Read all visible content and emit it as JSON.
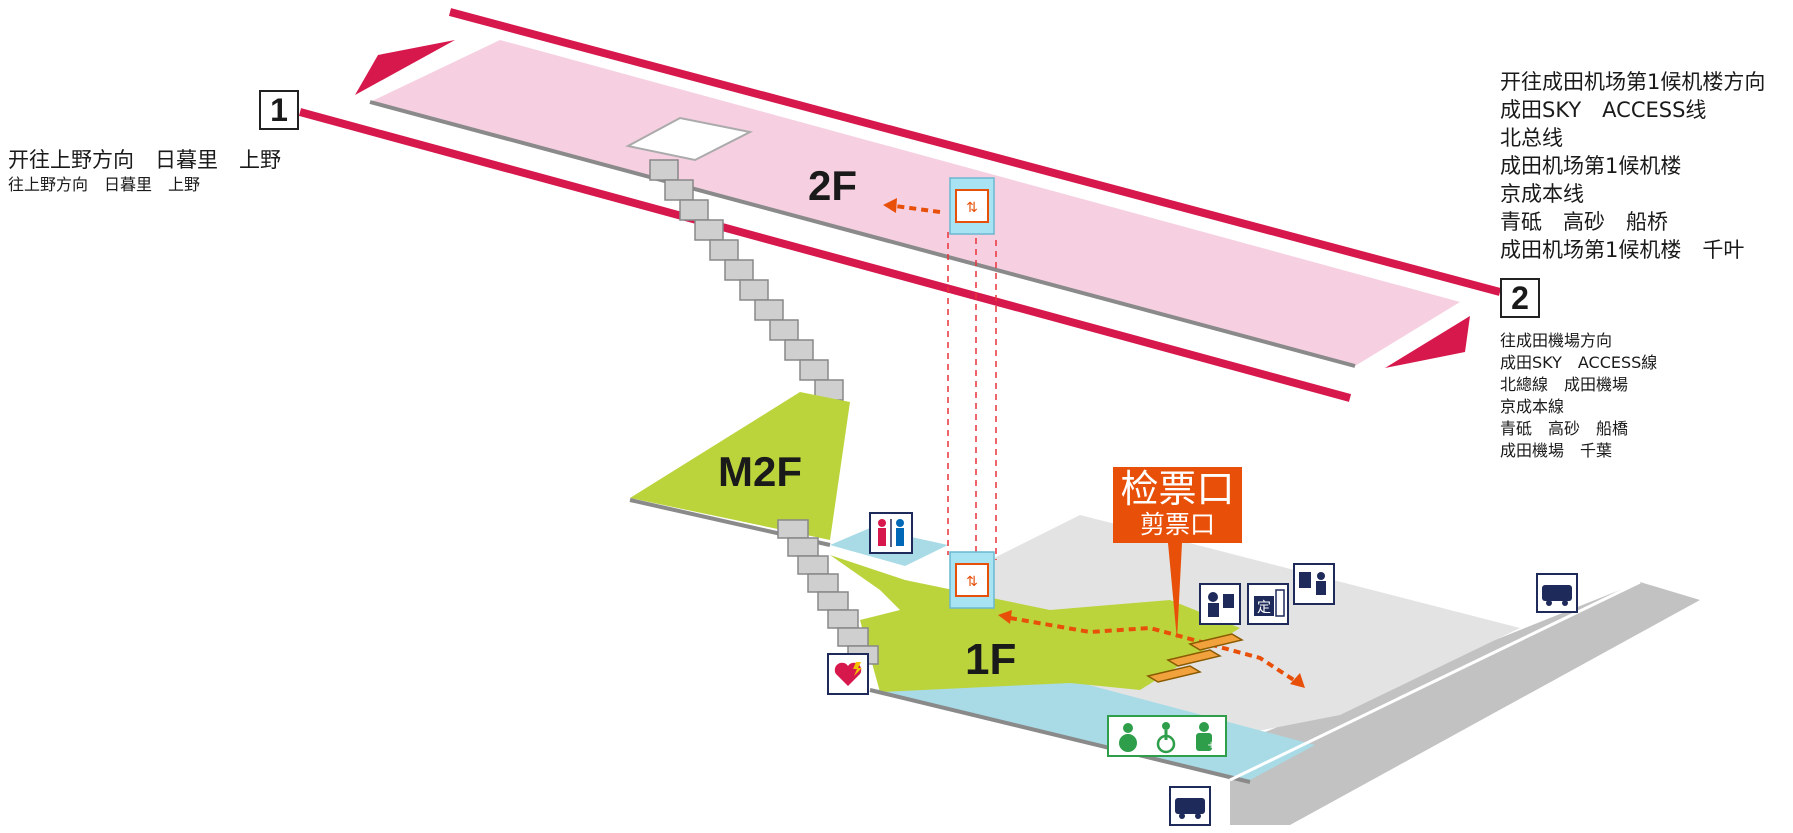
{
  "floors": {
    "upper": "2F",
    "mezzanine": "M2F",
    "ground": "1F"
  },
  "ticket_gate": {
    "label_main": "检票口",
    "label_sub": "剪票口"
  },
  "platforms": [
    {
      "number": "1",
      "main_lines": [
        "开往上野方向　日暮里　上野"
      ],
      "sub_lines": [
        "往上野方向　日暮里　上野"
      ]
    },
    {
      "number": "2",
      "main_lines": [
        "开往成田机场第1候机楼方向",
        "成田SKY　ACCESS线",
        "北总线",
        "成田机场第1候机楼",
        "京成本线",
        "青砥　高砂　船桥",
        "成田机场第1候机楼　千叶"
      ],
      "sub_lines": [
        "往成田機場方向",
        "成田SKY　ACCESS線",
        "北總線　成田機場",
        "京成本線",
        "青砥　高砂　船橋",
        "成田機場　千葉"
      ]
    }
  ],
  "colors": {
    "platform_2f": "#f6d0e1",
    "track_line": "#d7184c",
    "floor_green": "#bcd43c",
    "floor_blue": "#a8dbe6",
    "floor_grey": "#e3e3e3",
    "road_grey": "#c2c2c2",
    "gate_orange": "#e8500a",
    "route_arrow": "#e8500a",
    "stair_grey": "#cfcfcf",
    "facility_green": "#2e9e4a",
    "icon_navy": "#1e2a5a"
  },
  "icons": [
    "elevator-icon",
    "toilet-icon",
    "aed-icon",
    "station-staff-icon",
    "commuter-pass-icon",
    "ticket-machine-icon",
    "bus-icon",
    "baby-care-icon",
    "wheelchair-icon",
    "ostomate-icon"
  ]
}
